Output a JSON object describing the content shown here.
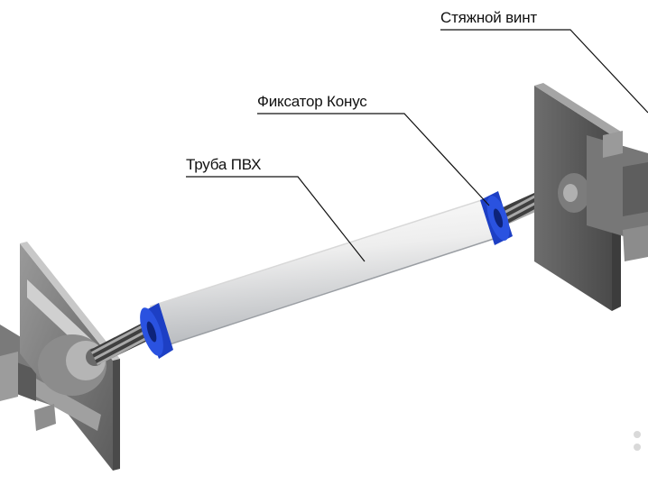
{
  "labels": {
    "tie_screw": "Стяжной винт",
    "cone_fixer": "Фиксатор Конус",
    "pvc_pipe": "Труба ПВХ"
  },
  "colors": {
    "metal_dark": "#5e5e5e",
    "metal_mid": "#8a8a8a",
    "metal_light": "#b8b8b8",
    "pipe_light": "#f1f1f1",
    "pipe_shade": "#b9bcc0",
    "cone_blue": "#1d3fc4",
    "leader_line": "#111111"
  },
  "icons": {
    "left_plate": "anchor-plate-icon",
    "right_plate": "anchor-plate-icon",
    "rod": "threaded-rod-icon",
    "pipe": "pvc-pipe-icon",
    "cone": "cone-fixer-icon"
  }
}
